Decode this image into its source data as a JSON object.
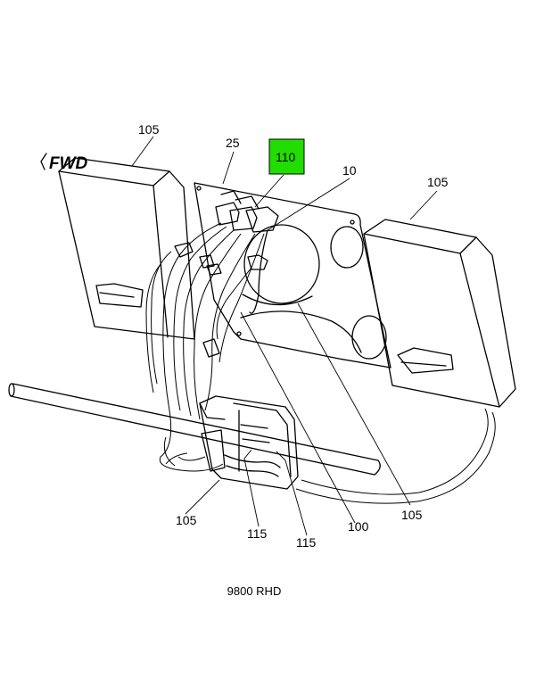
{
  "orientation_label": "FWD",
  "callouts": {
    "c105_top_left": "105",
    "c25": "25",
    "c110": "110",
    "c10": "10",
    "c105_top_right": "105",
    "c105_bottom_left": "105",
    "c115_left": "115",
    "c115_right": "115",
    "c100": "100",
    "c105_bottom_right": "105"
  },
  "caption": "9800 RHD",
  "highlight_color": "#22dd00"
}
